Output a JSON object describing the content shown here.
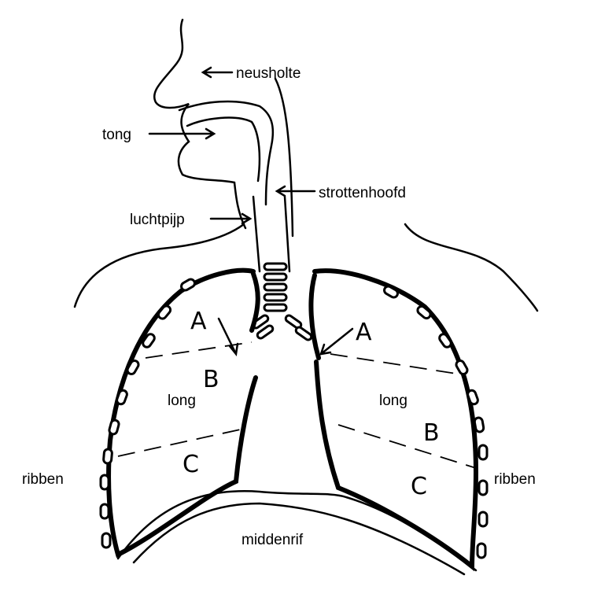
{
  "labels": {
    "nasal_cavity": "neusholte",
    "tongue": "tong",
    "larynx": "strottenhoofd",
    "trachea": "luchtpijp",
    "lung_left": "long",
    "lung_right": "long",
    "ribs_left": "ribben",
    "ribs_right": "ribben",
    "diaphragm": "middenrif"
  },
  "zones": {
    "a_left": "A",
    "a_right": "A",
    "b_left": "B",
    "b_right": "B",
    "c_left": "C",
    "c_right": "C"
  }
}
